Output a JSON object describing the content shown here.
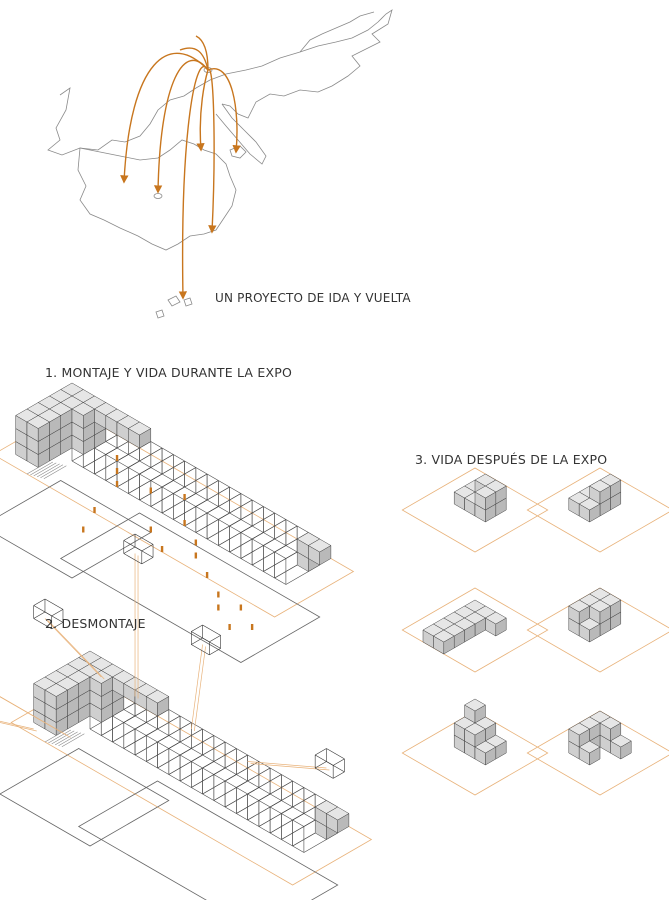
{
  "title": "UN PROYECTO DE IDA Y VUELTA",
  "sections": [
    {
      "label": "1. MONTAJE Y VIDA DURANTE LA EXPO"
    },
    {
      "label": "2. DESMONTAJE"
    },
    {
      "label": "3. VIDA DESPUÉS DE LA EXPO"
    }
  ],
  "colors": {
    "arc": "#c8761e",
    "map_line": "#8a8a8a",
    "block_top": "#e6e6e6",
    "block_left": "#cfcfcf",
    "block_right": "#b9b9b9",
    "block_edge": "#444444",
    "plot_line": "#e8b27a",
    "frame": "#555555"
  },
  "icons": {
    "arrow": "arrowhead-icon",
    "city": "city-marker-icon"
  }
}
